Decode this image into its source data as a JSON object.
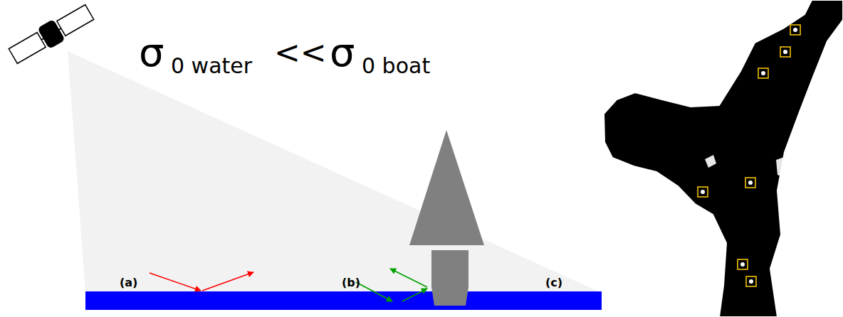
{
  "diagram": {
    "labels": [
      "σ",
      "0 water",
      "<<",
      "σ",
      "0 boat",
      "(a)",
      "(b)",
      "(c)"
    ]
  }
}
